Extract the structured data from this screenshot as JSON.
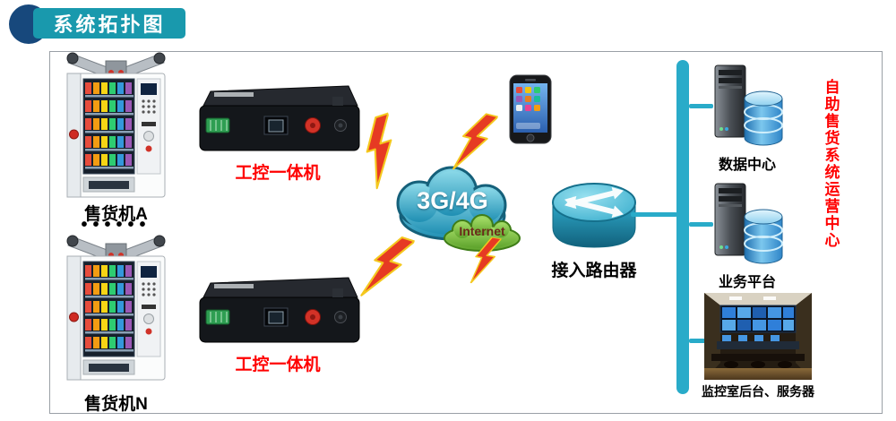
{
  "header": {
    "title": "系统拓扑图"
  },
  "diagram": {
    "vending_a_label": "售货机A",
    "ellipsis": "••••••",
    "vending_n_label": "售货机N",
    "controller_top_label": "工控一体机",
    "controller_bottom_label": "工控一体机",
    "cloud_label": "3G/4G",
    "internet_label": "Internet",
    "router_label": "接入路由器",
    "data_center_label": "数据中心",
    "business_platform_label": "业务平台",
    "monitoring_label": "监控室后台、服务器",
    "operation_center_label": "自助售货系统运营中心"
  },
  "colors": {
    "banner_teal": "#1999ad",
    "header_circle_navy": "#17487c",
    "connector_teal": "#29abc9",
    "label_red": "#ff0000",
    "cloud_blue": "#2b9cbd",
    "internet_green": "#7dc241",
    "bolt_red": "#e63a23",
    "bolt_yellow": "#f4c81e"
  }
}
